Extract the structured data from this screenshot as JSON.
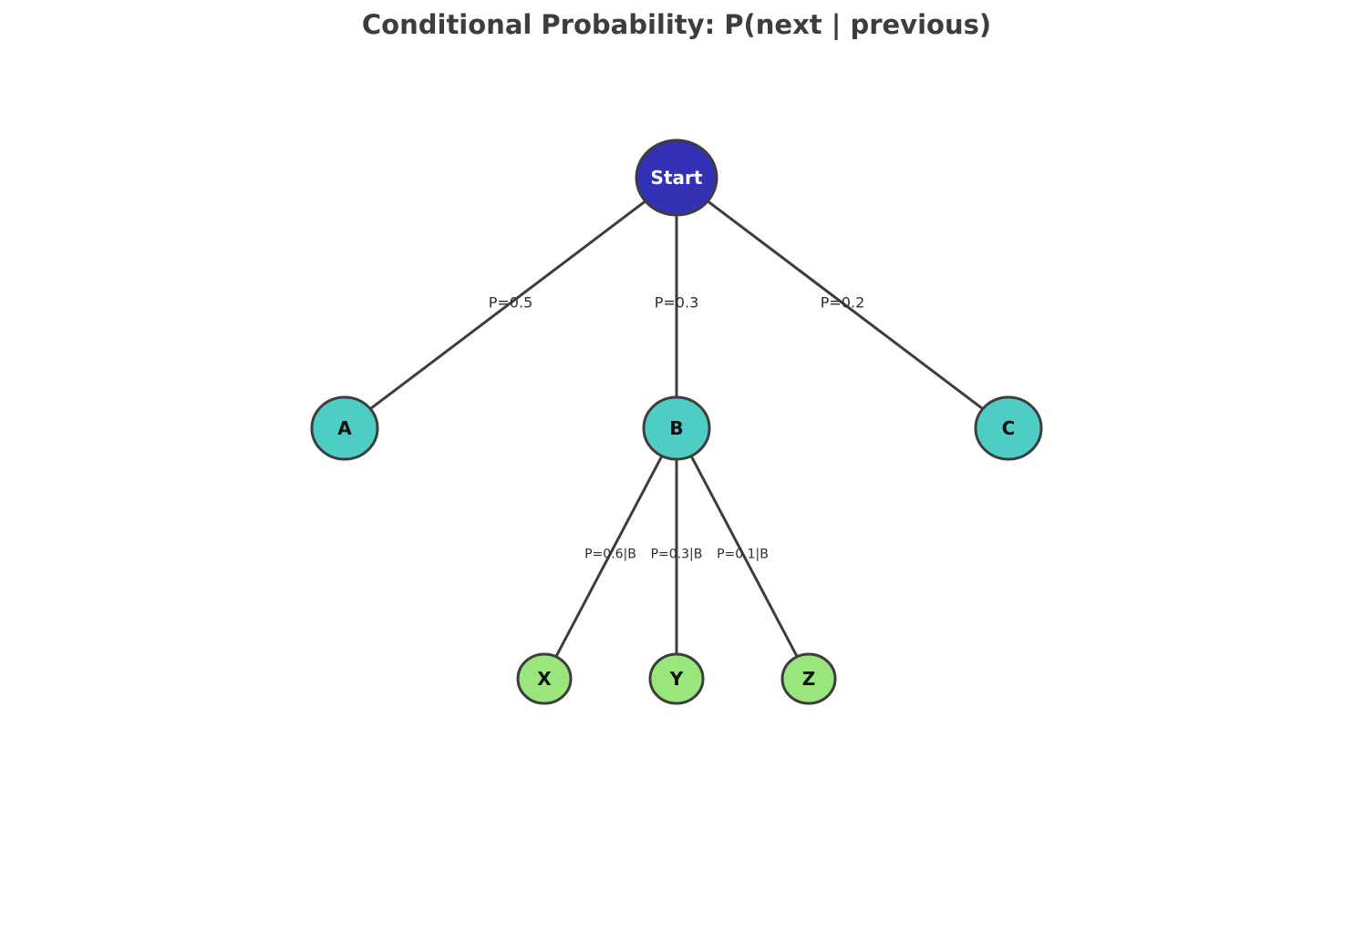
{
  "title": "Conditional Probability: P(next | previous)",
  "colors": {
    "root_fill": "#3331b5",
    "level1_fill": "#4ecdc4",
    "level2_fill": "#98e67c",
    "stroke": "#3d3d3d",
    "root_text": "#ffffff",
    "node_text": "#111111"
  },
  "nodes": [
    {
      "id": "start",
      "label": "Start",
      "level": 0
    },
    {
      "id": "A",
      "label": "A",
      "level": 1
    },
    {
      "id": "B",
      "label": "B",
      "level": 1
    },
    {
      "id": "C",
      "label": "C",
      "level": 1
    },
    {
      "id": "X",
      "label": "X",
      "level": 2
    },
    {
      "id": "Y",
      "label": "Y",
      "level": 2
    },
    {
      "id": "Z",
      "label": "Z",
      "level": 2
    }
  ],
  "edges": [
    {
      "from": "start",
      "to": "A",
      "label": "P=0.5"
    },
    {
      "from": "start",
      "to": "B",
      "label": "P=0.3"
    },
    {
      "from": "start",
      "to": "C",
      "label": "P=0.2"
    },
    {
      "from": "B",
      "to": "X",
      "label": "P=0.6|B"
    },
    {
      "from": "B",
      "to": "Y",
      "label": "P=0.3|B"
    },
    {
      "from": "B",
      "to": "Z",
      "label": "P=0.1|B"
    }
  ]
}
